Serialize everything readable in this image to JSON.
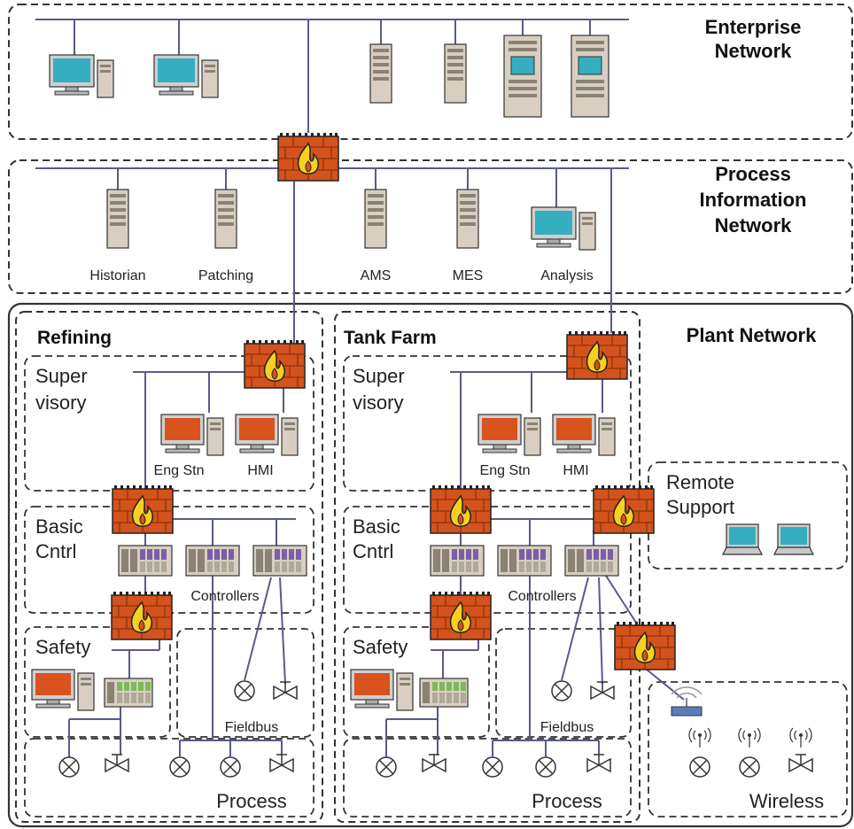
{
  "zones": {
    "enterprise": [
      "Enterprise",
      "Network"
    ],
    "process_info": [
      "Process",
      "Information",
      "Network"
    ],
    "plant": "Plant Network"
  },
  "process_info_labels": {
    "historian": "Historian",
    "patching": "Patching",
    "ams": "AMS",
    "mes": "MES",
    "analysis": "Analysis"
  },
  "refining": {
    "title": "Refining",
    "supervisory": [
      "Super",
      "visory"
    ],
    "eng_stn": "Eng Stn",
    "hmi": "HMI",
    "basic_cntrl": [
      "Basic",
      "Cntrl"
    ],
    "controllers": "Controllers",
    "safety": "Safety",
    "fieldbus": "Fieldbus",
    "process": "Process"
  },
  "tank_farm": {
    "title": "Tank Farm",
    "supervisory": [
      "Super",
      "visory"
    ],
    "eng_stn": "Eng Stn",
    "hmi": "HMI",
    "basic_cntrl": [
      "Basic",
      "Cntrl"
    ],
    "controllers": "Controllers",
    "safety": "Safety",
    "fieldbus": "Fieldbus",
    "process": "Process"
  },
  "remote_support": [
    "Remote",
    "Support"
  ],
  "wireless": "Wireless",
  "colors": {
    "network_line": "#5a5a8c",
    "firewall_brick": "#d4521c",
    "firewall_flame": "#f5a623",
    "monitor_blue": "#35aebf",
    "monitor_orange": "#d9531e",
    "server_body": "#d8cfc2"
  }
}
